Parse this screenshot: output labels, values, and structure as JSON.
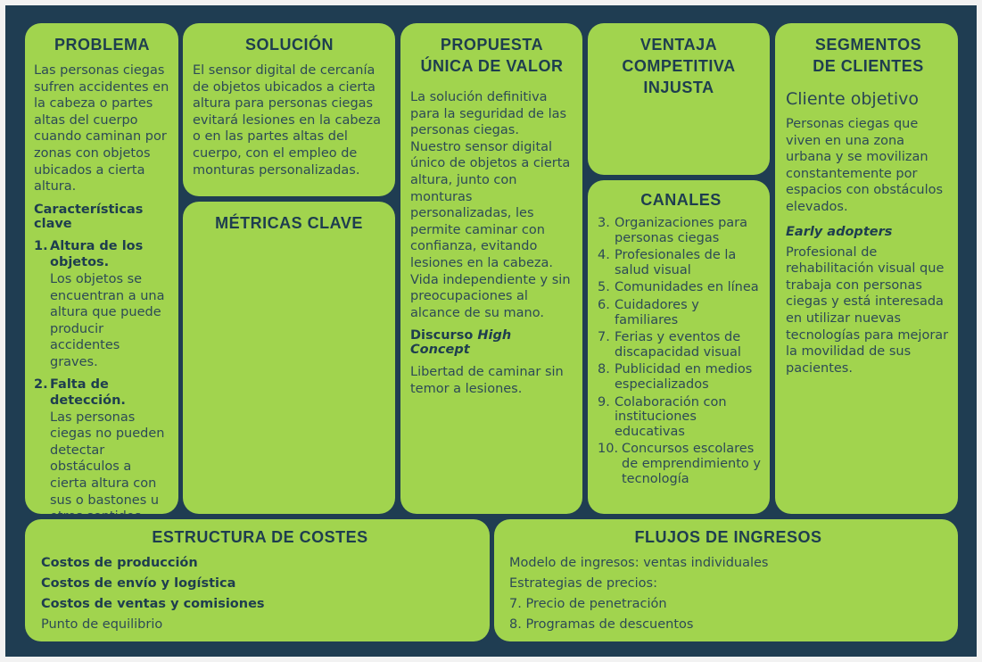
{
  "problema": {
    "title": "PROBLEMA",
    "intro": "Las personas ciegas sufren accidentes en la cabeza o partes altas del cuerpo cuando caminan por zonas con objetos ubicados a cierta altura.",
    "subtitle": "Características clave",
    "items": [
      {
        "num": "1.",
        "title": "Altura de los objetos.",
        "text": "Los objetos se encuentran a una altura que puede producir accidentes graves."
      },
      {
        "num": "2.",
        "title": "Falta de detección.",
        "text": "Las personas ciegas no pueden detectar obstáculos a cierta altura con sus o bastones u otros sentidos."
      }
    ]
  },
  "solucion": {
    "title": "SOLUCIÓN",
    "text": "El sensor digital de cercanía de objetos ubicados a cierta altura para personas ciegas evitará lesiones en la cabeza o en las partes altas del cuerpo, con el empleo de monturas personalizadas."
  },
  "metricas": {
    "title": "MÉTRICAS CLAVE"
  },
  "propuesta": {
    "title_line1": "PROPUESTA",
    "title_line2": "ÚNICA DE VALOR",
    "text": "La solución definitiva para la seguridad de las personas ciegas. Nuestro sensor digital único de objetos a cierta altura, junto con monturas personalizadas, les permite caminar con confianza, evitando lesiones en la cabeza. Vida independiente y sin preocupaciones al alcance de su mano.",
    "subtitle_plain": "Discurso ",
    "subtitle_italic": "High Concept",
    "concept": "Libertad de caminar sin temor a lesiones."
  },
  "ventaja": {
    "title_line1": "VENTAJA",
    "title_line2": "COMPETITIVA",
    "title_line3": "INJUSTA"
  },
  "canales": {
    "title": "CANALES",
    "items": [
      {
        "num": "3.",
        "text": "Organizaciones para personas ciegas"
      },
      {
        "num": "4.",
        "text": "Profesionales de la salud visual"
      },
      {
        "num": "5.",
        "text": "Comunidades en línea"
      },
      {
        "num": "6.",
        "text": "Cuidadores y familiares"
      },
      {
        "num": "7.",
        "text": "Ferias y eventos de discapacidad visual"
      },
      {
        "num": "8.",
        "text": "Publicidad en medios especializados"
      },
      {
        "num": "9.",
        "text": "Colaboración con instituciones educativas"
      },
      {
        "num": "10.",
        "text": "Concursos escolares de emprendimiento y tecnología"
      }
    ]
  },
  "segmentos": {
    "title_line1": "SEGMENTOS",
    "title_line2": "DE CLIENTES",
    "target_title": "Cliente objetivo",
    "target_text": "Personas ciegas que viven en una zona urbana y se movilizan constantemente por espacios con obstáculos elevados.",
    "early_title": "Early adopters",
    "early_text": "Profesional de rehabilitación visual que trabaja con personas ciegas y está interesada en utilizar nuevas tecnologías para mejorar la movilidad de sus pacientes."
  },
  "costes": {
    "title": "ESTRUCTURA DE COSTES",
    "items_bold": [
      "Costos de producción",
      "Costos de envío y logística",
      "Costos de ventas y comisiones"
    ],
    "item_plain": "Punto de equilibrio"
  },
  "ingresos": {
    "title": "FLUJOS DE INGRESOS",
    "lines": [
      "Modelo de ingresos: ventas individuales",
      "Estrategias de precios:",
      "7. Precio de penetración",
      "8. Programas de descuentos"
    ]
  },
  "colors": {
    "card": "#a1d44e",
    "background": "#1f3d52",
    "text": "#1e3d4f"
  }
}
